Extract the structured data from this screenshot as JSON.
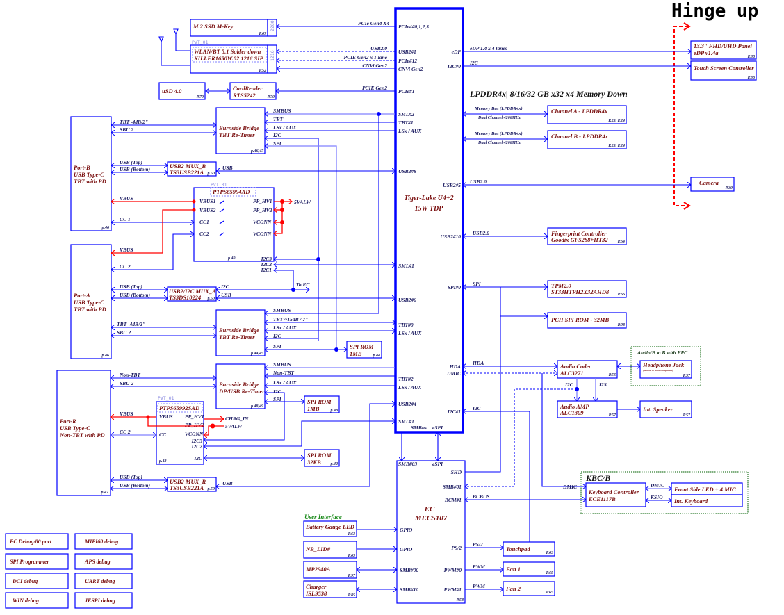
{
  "header": {
    "title": "Hinge up"
  },
  "cpu": {
    "name": "Tiger-Lake U4+2",
    "tdp": "15W TDP",
    "pins_left": [
      "PCIe4#0,1,2,3",
      "USB2#1",
      "PCIe#12",
      "CNVi Gen2",
      "PCIe#1",
      "SML#2",
      "TBT#1",
      "LSx / AUX",
      "USB2#8",
      "SML#1",
      "USB2#6",
      "TBT#0",
      "LSx / AUX",
      "TBT#2",
      "LSx / AUX",
      "USB2#4",
      "SML#1"
    ],
    "pins_right": [
      "eDP",
      "I2C#0",
      "USB2#5",
      "USB2#10",
      "SPI#0",
      "HDA",
      "DMIC",
      "I2C#1"
    ],
    "smbus": "SMBus",
    "espi": "eSPI"
  },
  "memory": {
    "title": "LPDDR4x| 8/16/32 GB x32 x4 Memory Down",
    "bus_label": "Memory Bus (LPDDR4x)",
    "bus_sub": "Dual Channel 4266MHz",
    "channel_a": "Channel A - LPDDR4x",
    "channel_b": "Channel B - LPDDR4x",
    "page": "P.23, P.24"
  },
  "blocks": {
    "ssd": {
      "l1": "M.2 SSD M-Key",
      "page": "P.67",
      "side": "2280"
    },
    "wlan": {
      "l1": "WLAN/BT 5.1 Solder down",
      "l2": "KILLER1650W.02 1216 SIP",
      "page": "P.52",
      "side": "1216",
      "tag": "PVT_01"
    },
    "usd": {
      "l1": "uSD 4.0",
      "page": "P.70"
    },
    "cardreader": {
      "l1": "CardReader",
      "l2": "RTS5242",
      "page": "P.70"
    },
    "bb1": {
      "l1": "Burnside Bridge",
      "l2": "TBT Re-Timer",
      "page": "p.46,47"
    },
    "bb2": {
      "l1": "Burnside Bridge",
      "l2": "TBT Re-Timer",
      "page": "p.44,45"
    },
    "bb3": {
      "l1": "Burnside Bridge",
      "l2": "DP/USB Re-Timer",
      "page": "p.48,49"
    },
    "portb": {
      "l1": "Port-B",
      "l2": "USB Type-C",
      "l3": "TBT with PD",
      "page": "p.46"
    },
    "porta": {
      "l1": "Port-A",
      "l2": "USB Type-C",
      "l3": "TBT with PD",
      "page": "p.46"
    },
    "portr": {
      "l1": "Port-R",
      "l2": "USB Type-C",
      "l3": "Non-TBT with PD",
      "page": "p.47"
    },
    "muxb": {
      "l1": "USB2 MUX_B",
      "l2": "TS3USB221A",
      "page": "p.50"
    },
    "muxa": {
      "l1": "USB2/I2C MUX_A",
      "l2": "TS3DS10224",
      "page": "p.50"
    },
    "muxr": {
      "l1": "USB2 MUX_R",
      "l2": "TS3USB221A",
      "page": "p.50"
    },
    "pd1": {
      "title": "PTPS65994AD",
      "tag": "PVT_01",
      "page": "p.40",
      "pins": [
        "VBUS1",
        "VBUS2",
        "CC1",
        "CC2",
        "PP_HV1",
        "PP_HV2",
        "VCONN",
        "VCONN",
        "I2C3",
        "I2C2",
        "I2C1"
      ]
    },
    "pd2": {
      "title": "PTPS65992SAD",
      "tag": "PVT_01",
      "page": "p.42",
      "pins": [
        "VBUS",
        "CC",
        "PP_HV1",
        "PP_HV2",
        "VCONN",
        "I2C3",
        "I2C2",
        "I2C"
      ]
    },
    "spirom44": {
      "l1": "SPI ROM",
      "l2": "1MB",
      "page": "p.44"
    },
    "spirom48": {
      "l1": "SPI ROM",
      "l2": "1MB",
      "page": "p.48"
    },
    "spirom42": {
      "l1": "SPI ROM",
      "l2": "32KB",
      "page": "p.42"
    },
    "panel": {
      "l1": "13.3\" FHD/UHD Panel",
      "l2": "eDP v1.4a",
      "page": "P.38"
    },
    "touchscreen": {
      "l1": "Touch Screen Controller",
      "page": "P.38"
    },
    "camera": {
      "l1": "Camera",
      "page": "P.39"
    },
    "fingerprint": {
      "l1": "Fingerprint Controller",
      "l2": "Goodix GF5288+HT32",
      "page": "P.64"
    },
    "tpm": {
      "l1": "TPM2.0",
      "l2": "ST33HTPH2X32AHD8",
      "page": "P.66"
    },
    "pchrom": {
      "l1": "PCH SPI ROM - 32MB",
      "page": "P.08"
    },
    "codec": {
      "l1": "Audio Codec",
      "l2": "ALC3271",
      "page": "P.56"
    },
    "audiob": {
      "title": "Audio/B to B with FPC"
    },
    "headphone": {
      "l1": "Headphone Jack",
      "l2": "( iPhone & Nokia compatible)",
      "page": "P.57"
    },
    "amp": {
      "l1": "Audio AMP",
      "l2": "ALC1309",
      "page": "P.57"
    },
    "speaker": {
      "l1": "Int. Speaker",
      "page": "P.57"
    },
    "kbcb": {
      "title": "KBC/B"
    },
    "kbc": {
      "l1": "Keyboard Controller",
      "l2": "ECE1117B"
    },
    "frontled": {
      "l1": "Front Side LED + 4 MIC"
    },
    "keyboard": {
      "l1": "Int. Keyboard"
    },
    "touchpad": {
      "l1": "Touchpad",
      "page": "P.63"
    },
    "fan1": {
      "l1": "Fan 1",
      "page": "P.65"
    },
    "fan2": {
      "l1": "Fan 2",
      "page": "P.65"
    },
    "ec": {
      "l1": "EC",
      "l2": "MEC5107",
      "page": "P.58",
      "pins": [
        "SMB#03",
        "eSPI",
        "SHD",
        "SMB#01",
        "BCM#1",
        "GPIO",
        "PS/2",
        "GPIO",
        "SMB#00",
        "PWM#0",
        "SMB#10",
        "PWM#1"
      ]
    },
    "ui": {
      "title": "User Interface"
    },
    "battled": {
      "l1": "Battery Gauge LED",
      "page": "P.63"
    },
    "nblid": {
      "l1": "NB_LID#",
      "page": "P.63"
    },
    "mp2940": {
      "l1": "MP2940A",
      "page": "P.97"
    },
    "charger": {
      "l1": "Charger",
      "l2": "ISL9538",
      "page": "P.85"
    }
  },
  "signals": {
    "pcie_gen4": "PCIe Gen4 X4",
    "usb20": "USB2.0",
    "pcie_gen2_1": "PCIE Gen2 x 1 lane",
    "cnvi": "CNVi Gen2",
    "pcie_gen2": "PCIE Gen2",
    "smbus": "SMBUS",
    "tbt": "TBT",
    "lsx": "LSx / AUX",
    "i2c": "I2C",
    "spi": "SPI",
    "usb": "USB",
    "tbt_4db": "TBT -4dB/2\"",
    "sbu2": "SBU  2",
    "usb_top": "USB (Top)",
    "usb_bottom": "USB (Bottom)",
    "vbus": "VBUS",
    "cc1": "CC   1",
    "cc2": "CC   2",
    "valw": "5VALW",
    "to_ec": "To EC",
    "tbt_15db": "TBT ~15dB / 7\"",
    "non_tbt": "Non-TBT",
    "chrg_in": "CHRG_IN",
    "edp": "eDP 1.4 x 4 lanes",
    "usb2_0": "USB2.0",
    "hda": "HDA",
    "i2s": "I2S",
    "dmic": "DMIC",
    "ksio": "KSIO",
    "bcbus": "BCBUS",
    "ps2": "PS/2",
    "pwm": "PWM"
  },
  "debug_buttons": [
    "EC Debug/80 port",
    "MIPI60 debug",
    "SPI Programmer",
    "APS debug",
    "DCI debug",
    "UART debug",
    "WIN debug",
    "JESPI debug"
  ],
  "colors": {
    "wire": "#0000ff",
    "power": "#ff0000",
    "label": "#7a1010",
    "hinge": "#ff0000"
  }
}
